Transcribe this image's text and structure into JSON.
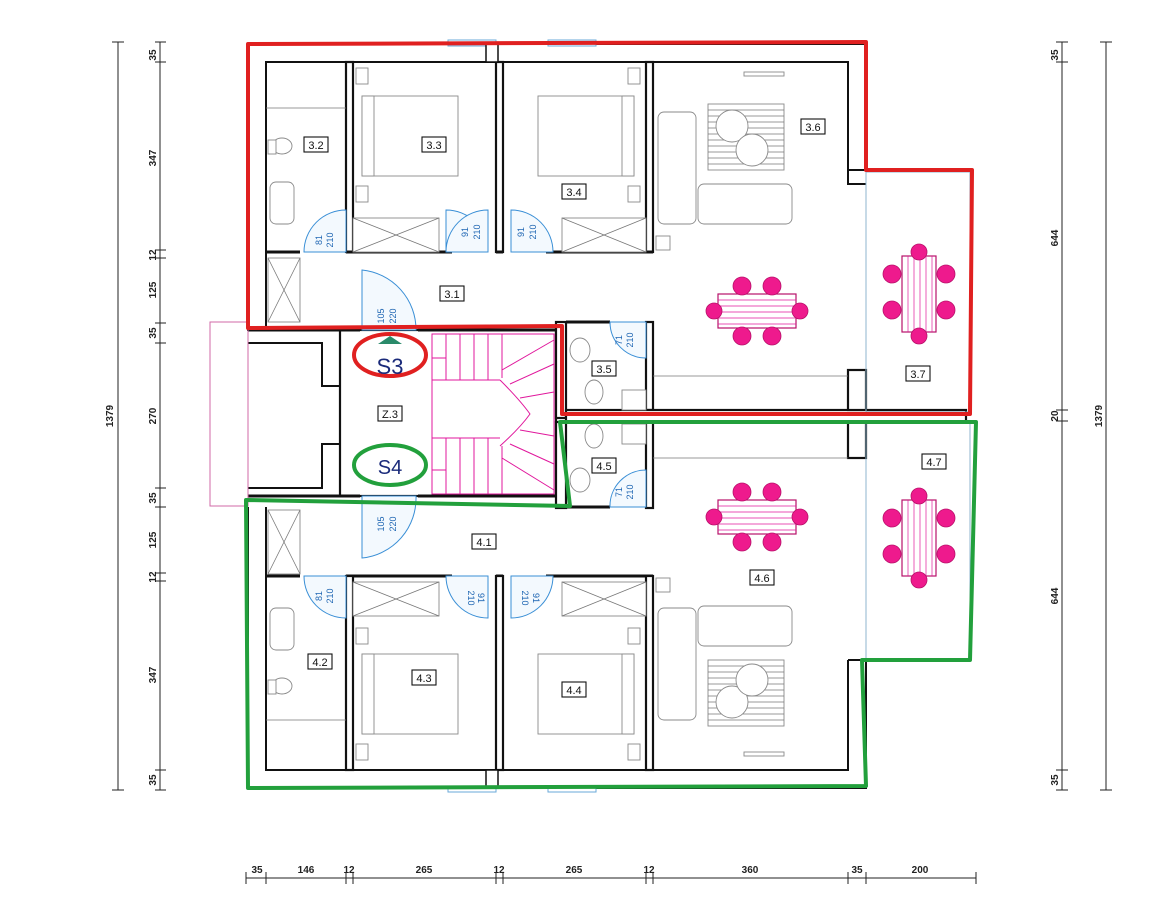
{
  "dimensions": {
    "left_vertical": [
      "35",
      "347",
      "12",
      "125",
      "35",
      "270",
      "35",
      "125",
      "12",
      "347",
      "35"
    ],
    "left_total": "1379",
    "right_vertical": [
      "35",
      "644",
      "20",
      "644",
      "35"
    ],
    "right_total": "1379",
    "bottom_horizontal": [
      "35",
      "146",
      "12",
      "265",
      "12",
      "265",
      "12",
      "360",
      "35",
      "200"
    ]
  },
  "rooms": {
    "r3_1": "3.1",
    "r3_2": "3.2",
    "r3_3": "3.3",
    "r3_4": "3.4",
    "r3_5": "3.5",
    "r3_6": "3.6",
    "r3_7": "3.7",
    "r4_1": "4.1",
    "r4_2": "4.2",
    "r4_3": "4.3",
    "r4_4": "4.4",
    "r4_5": "4.5",
    "r4_6": "4.6",
    "r4_7": "4.7",
    "stair": "Z.3"
  },
  "units": {
    "upper": "S3",
    "lower": "S4"
  },
  "doors": {
    "d81": [
      "81",
      "210"
    ],
    "d91": [
      "91",
      "210"
    ],
    "d105": [
      "105",
      "220"
    ],
    "d71": [
      "71",
      "210"
    ]
  },
  "colors": {
    "unit_s3": "#e02020",
    "unit_s4": "#22a03c",
    "stairs": "#e0179c",
    "door_arc": "#3a8fd6",
    "unit_s3_label": "#1a2a7a"
  }
}
